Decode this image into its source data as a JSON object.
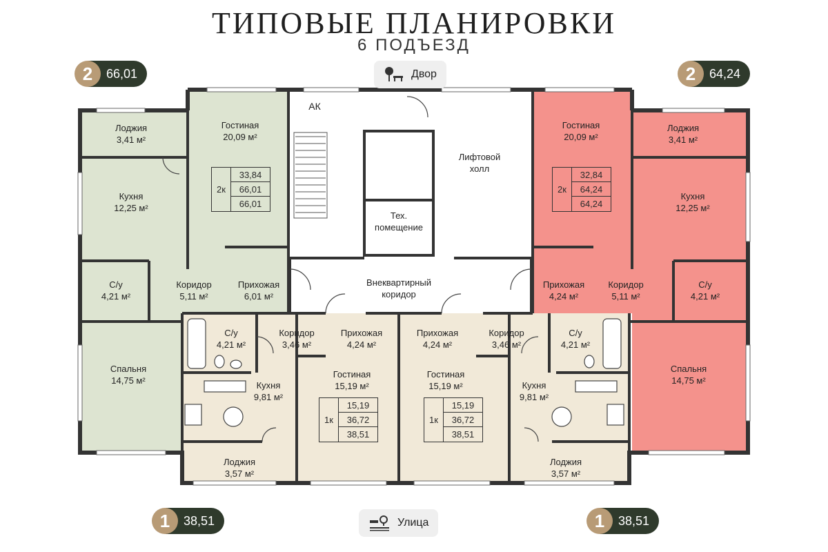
{
  "title": "ТИПОВЫЕ ПЛАНИРОВКИ",
  "subtitle": "6 ПОДЪЕЗД",
  "colors": {
    "green": "#dde4d1",
    "red": "#f4928c",
    "beige": "#f1e9d8",
    "wall": "#333333",
    "badge_circle": "#b89b76",
    "badge_bg": "#2f3a2c"
  },
  "badges": {
    "top_left": {
      "num": "2",
      "area": "66,01"
    },
    "top_right": {
      "num": "2",
      "area": "64,24"
    },
    "bottom_left": {
      "num": "1",
      "area": "38,51"
    },
    "bottom_right": {
      "num": "1",
      "area": "38,51"
    }
  },
  "entrances": {
    "yard": "Двор",
    "street": "Улица"
  },
  "icons": {
    "yard": "tree-bench-icon",
    "street": "road-icon"
  },
  "core": {
    "ak": "АК",
    "lift_hall": [
      "Лифтовой",
      "холл"
    ],
    "tech": [
      "Тех.",
      "помещение"
    ],
    "corridor": [
      "Внеквартирный",
      "коридор"
    ]
  },
  "apt_left_2k": {
    "loggia": [
      "Лоджия",
      "3,41 м²"
    ],
    "living": [
      "Гостиная",
      "20,09 м²"
    ],
    "kitchen": [
      "Кухня",
      "12,25 м²"
    ],
    "bath": [
      "С/у",
      "4,21 м²"
    ],
    "corridor": [
      "Коридор",
      "5,11 м²"
    ],
    "hall": [
      "Прихожая",
      "6,01 м²"
    ],
    "bedroom": [
      "Спальня",
      "14,75 м²"
    ],
    "table": {
      "rooms": "2к",
      "v1": "33,84",
      "v2": "66,01",
      "v3": "66,01"
    }
  },
  "apt_right_2k": {
    "living": [
      "Гостиная",
      "20,09 м²"
    ],
    "loggia": [
      "Лоджия",
      "3,41 м²"
    ],
    "kitchen": [
      "Кухня",
      "12,25 м²"
    ],
    "hall": [
      "Прихожая",
      "4,24 м²"
    ],
    "corridor": [
      "Коридор",
      "5,11 м²"
    ],
    "bath": [
      "С/у",
      "4,21 м²"
    ],
    "bedroom": [
      "Спальня",
      "14,75 м²"
    ],
    "table": {
      "rooms": "2к",
      "v1": "32,84",
      "v2": "64,24",
      "v3": "64,24"
    }
  },
  "apt_left_1k": {
    "bath": [
      "С/у",
      "4,21 м²"
    ],
    "corridor": [
      "Коридор",
      "3,46 м²"
    ],
    "hall": [
      "Прихожая",
      "4,24 м²"
    ],
    "living": [
      "Гостиная",
      "15,19 м²"
    ],
    "kitchen": [
      "Кухня",
      "9,81 м²"
    ],
    "loggia": [
      "Лоджия",
      "3,57 м²"
    ],
    "table": {
      "rooms": "1к",
      "v1": "15,19",
      "v2": "36,72",
      "v3": "38,51"
    }
  },
  "apt_right_1k": {
    "hall": [
      "Прихожая",
      "4,24 м²"
    ],
    "corridor": [
      "Коридор",
      "3,46 м²"
    ],
    "bath": [
      "С/у",
      "4,21 м²"
    ],
    "living": [
      "Гостиная",
      "15,19 м²"
    ],
    "kitchen": [
      "Кухня",
      "9,81 м²"
    ],
    "loggia": [
      "Лоджия",
      "3,57 м²"
    ],
    "table": {
      "rooms": "1к",
      "v1": "15,19",
      "v2": "36,72",
      "v3": "38,51"
    }
  }
}
